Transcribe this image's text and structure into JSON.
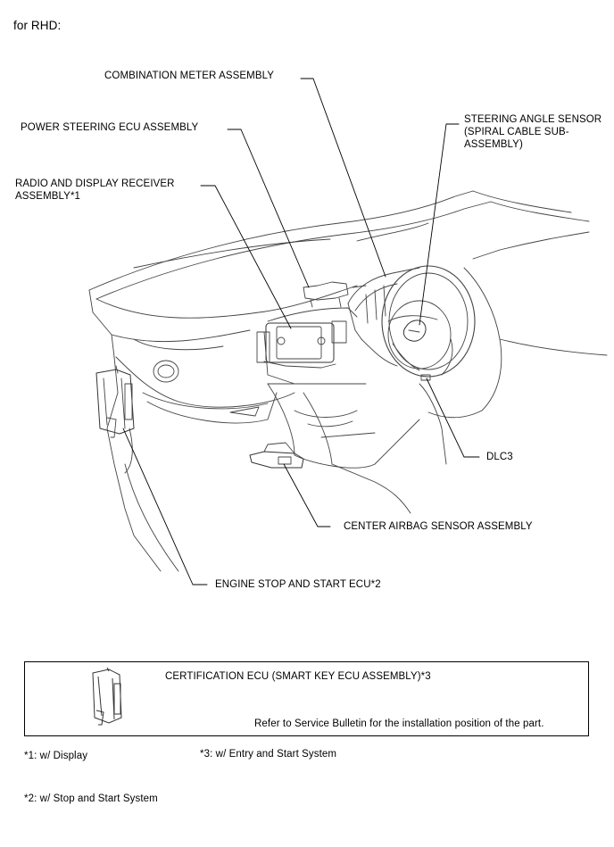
{
  "header": {
    "text": "for RHD:"
  },
  "labels": {
    "combination_meter": "COMBINATION METER ASSEMBLY",
    "power_steering_ecu": "POWER STEERING ECU ASSEMBLY",
    "radio_display_line1": "RADIO AND DISPLAY RECEIVER",
    "radio_display_line2": "ASSEMBLY*1",
    "steering_angle_line1": "STEERING ANGLE SENSOR",
    "steering_angle_line2": "(SPIRAL CABLE SUB-",
    "steering_angle_line3": "ASSEMBLY)",
    "dlc3": "DLC3",
    "center_airbag": "CENTER AIRBAG SENSOR ASSEMBLY",
    "engine_stop_start": "ENGINE STOP AND START ECU*2"
  },
  "legend": {
    "certification": "CERTIFICATION ECU (SMART KEY ECU ASSEMBLY)*3",
    "note": "Refer to Service Bulletin for the installation position of the part."
  },
  "footnotes": {
    "fn1": "*1: w/ Display",
    "fn2": "*2: w/ Stop and Start System",
    "fn3": "*3: w/ Entry and Start System"
  },
  "icons": [
    "dashboard-illustration",
    "ecu-module-icon"
  ]
}
